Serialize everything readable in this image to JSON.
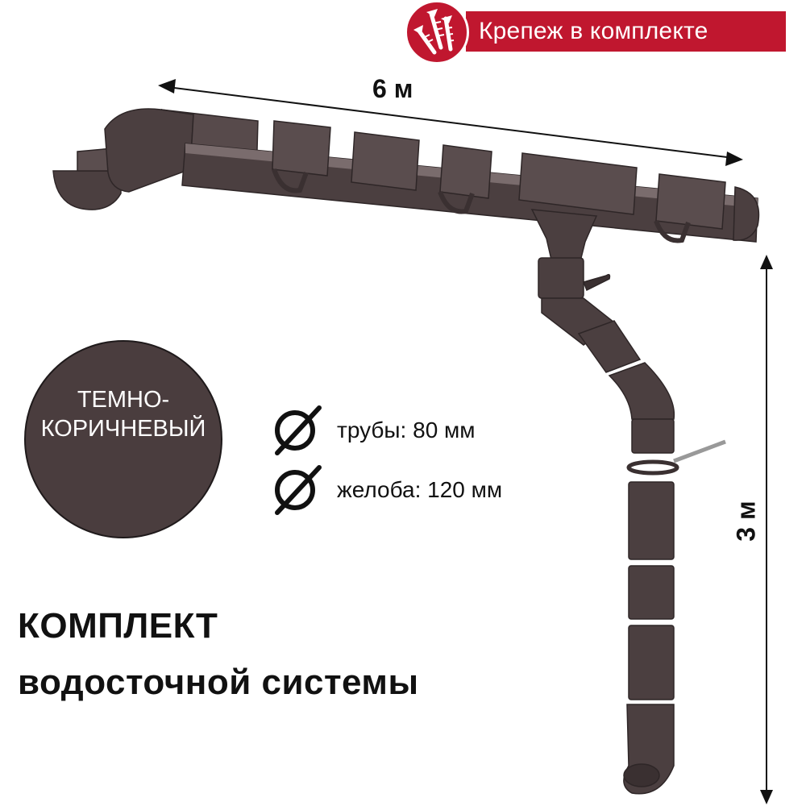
{
  "badge": {
    "label": "Крепеж в комплекте",
    "icon": "screws-icon",
    "color": "#c0172f"
  },
  "dimensions": {
    "gutter_length": "6 м",
    "downpipe_height": "3 м"
  },
  "color_swatch": {
    "line1": "ТЕМНО-",
    "line2": "КОРИЧНЕВЫЙ",
    "color": "#4a3d3e"
  },
  "specs": [
    {
      "icon": "diameter-icon",
      "label": "трубы: 80 мм"
    },
    {
      "icon": "diameter-icon",
      "label": "желоба: 120 мм"
    }
  ],
  "title": {
    "line1": "КОМПЛЕКТ",
    "line2": "водосточной системы"
  },
  "product": {
    "gutter_color": "#4b3f40",
    "highlight_color": "#8a7d7e"
  }
}
